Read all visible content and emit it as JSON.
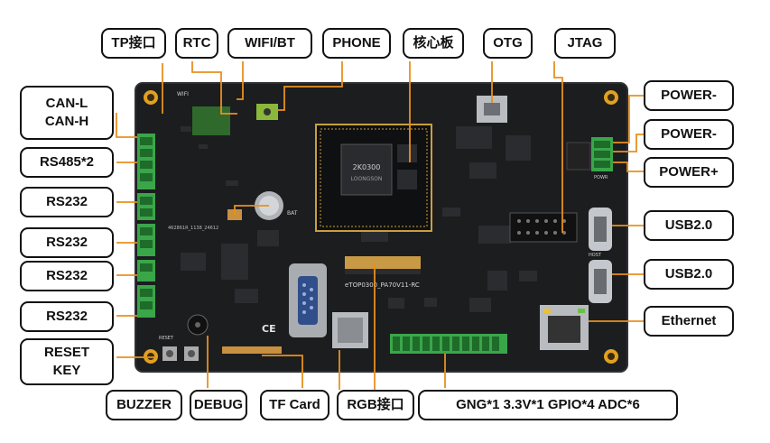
{
  "labels": {
    "tp": "TP接口",
    "rtc": "RTC",
    "wifi": "WIFI/BT",
    "phone": "PHONE",
    "core": "核心板",
    "otg": "OTG",
    "jtag": "JTAG",
    "can_l": "CAN-L",
    "can_h": "CAN-H",
    "rs485": "RS485*2",
    "rs232_1": "RS232",
    "rs232_2": "RS232",
    "rs232_3": "RS232",
    "rs232_4": "RS232",
    "reset": "RESET",
    "key": "KEY",
    "buzzer": "BUZZER",
    "debug": "DEBUG",
    "tf": "TF Card",
    "rgb": "RGB接口",
    "gpio": "GNG*1   3.3V*1   GPIO*4   ADC*6",
    "power_minus_1": "POWER-",
    "power_minus_2": "POWER-",
    "power_plus": "POWER+",
    "usb_1": "USB2.0",
    "usb_2": "USB2.0",
    "ethernet": "Ethernet"
  },
  "silkscreen": {
    "core_chip": "2K0300",
    "core_brand": "LOONGSON",
    "board_name": "eTOP0300_PA70V11-RC",
    "wifi": "WIFI",
    "bat": "BAT",
    "reset": "RESET",
    "host": "HOST",
    "powr": "POWR",
    "serial": "462861R_1138_24612"
  },
  "colors": {
    "accent": "#e8901f",
    "board": "#1a1b1d",
    "label_border": "#111111"
  }
}
